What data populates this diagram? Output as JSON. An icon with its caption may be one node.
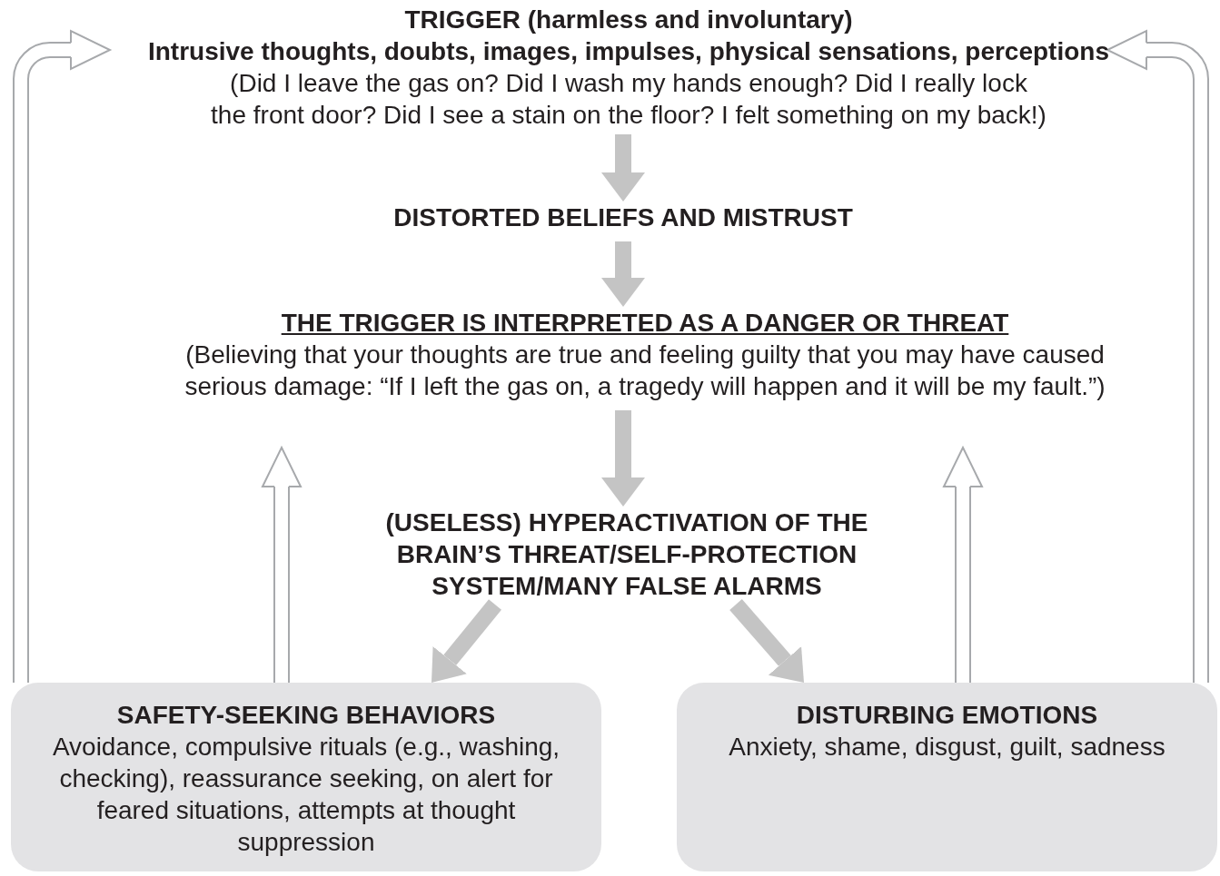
{
  "diagram": {
    "nodes": [
      {
        "text": [
          "TRIGGER (harmless and involuntary)",
          "Intrusive thoughts, doubts, images, impulses, physical sensations, perceptions",
          "(Did I leave the gas on? Did I wash my hands enough? Did I really lock the front door?  Did I see a stain on the floor? I felt something on my back!)"
        ]
      },
      {
        "text": [
          "DISTORTED BELIEFS AND MISTRUST"
        ]
      },
      {
        "text": [
          "THE TRIGGER IS INTERPRETED AS A DANGER OR THREAT",
          "(Believing that your thoughts are true and feeling guilty that you may have caused serious damage: “If I left the gas on, a tragedy will happen and it will be my fault.”)"
        ]
      },
      {
        "text": [
          "(USELESS) HYPERACTIVATION OF THE BRAIN’S THREAT/SELF-PROTECTION SYSTEM/MANY FALSE ALARMS"
        ]
      },
      {
        "text": [
          "SAFETY-SEEKING BEHAVIORS",
          "Avoidance, compulsive rituals (e.g., washing, checking), reassurance seeking, on alert for feared situations, attempts at thought suppression"
        ]
      },
      {
        "text": [
          "DISTURBING EMOTIONS",
          "Anxiety, shame, disgust, guilt, sadness"
        ]
      }
    ],
    "edges": [
      {
        "from": 0,
        "to": 1,
        "arrow": "to"
      },
      {
        "from": 1,
        "to": 2,
        "arrow": "to"
      },
      {
        "from": 2,
        "to": 3,
        "arrow": "to"
      },
      {
        "from": 3,
        "to": 4,
        "arrow": "to"
      },
      {
        "from": 3,
        "to": 5,
        "arrow": "to"
      },
      {
        "from": 4,
        "to": 2,
        "arrow": "to"
      },
      {
        "from": 5,
        "to": 2,
        "arrow": "to"
      },
      {
        "from": 4,
        "to": 0,
        "arrow": "to"
      },
      {
        "from": 5,
        "to": 0,
        "arrow": "to"
      }
    ]
  }
}
